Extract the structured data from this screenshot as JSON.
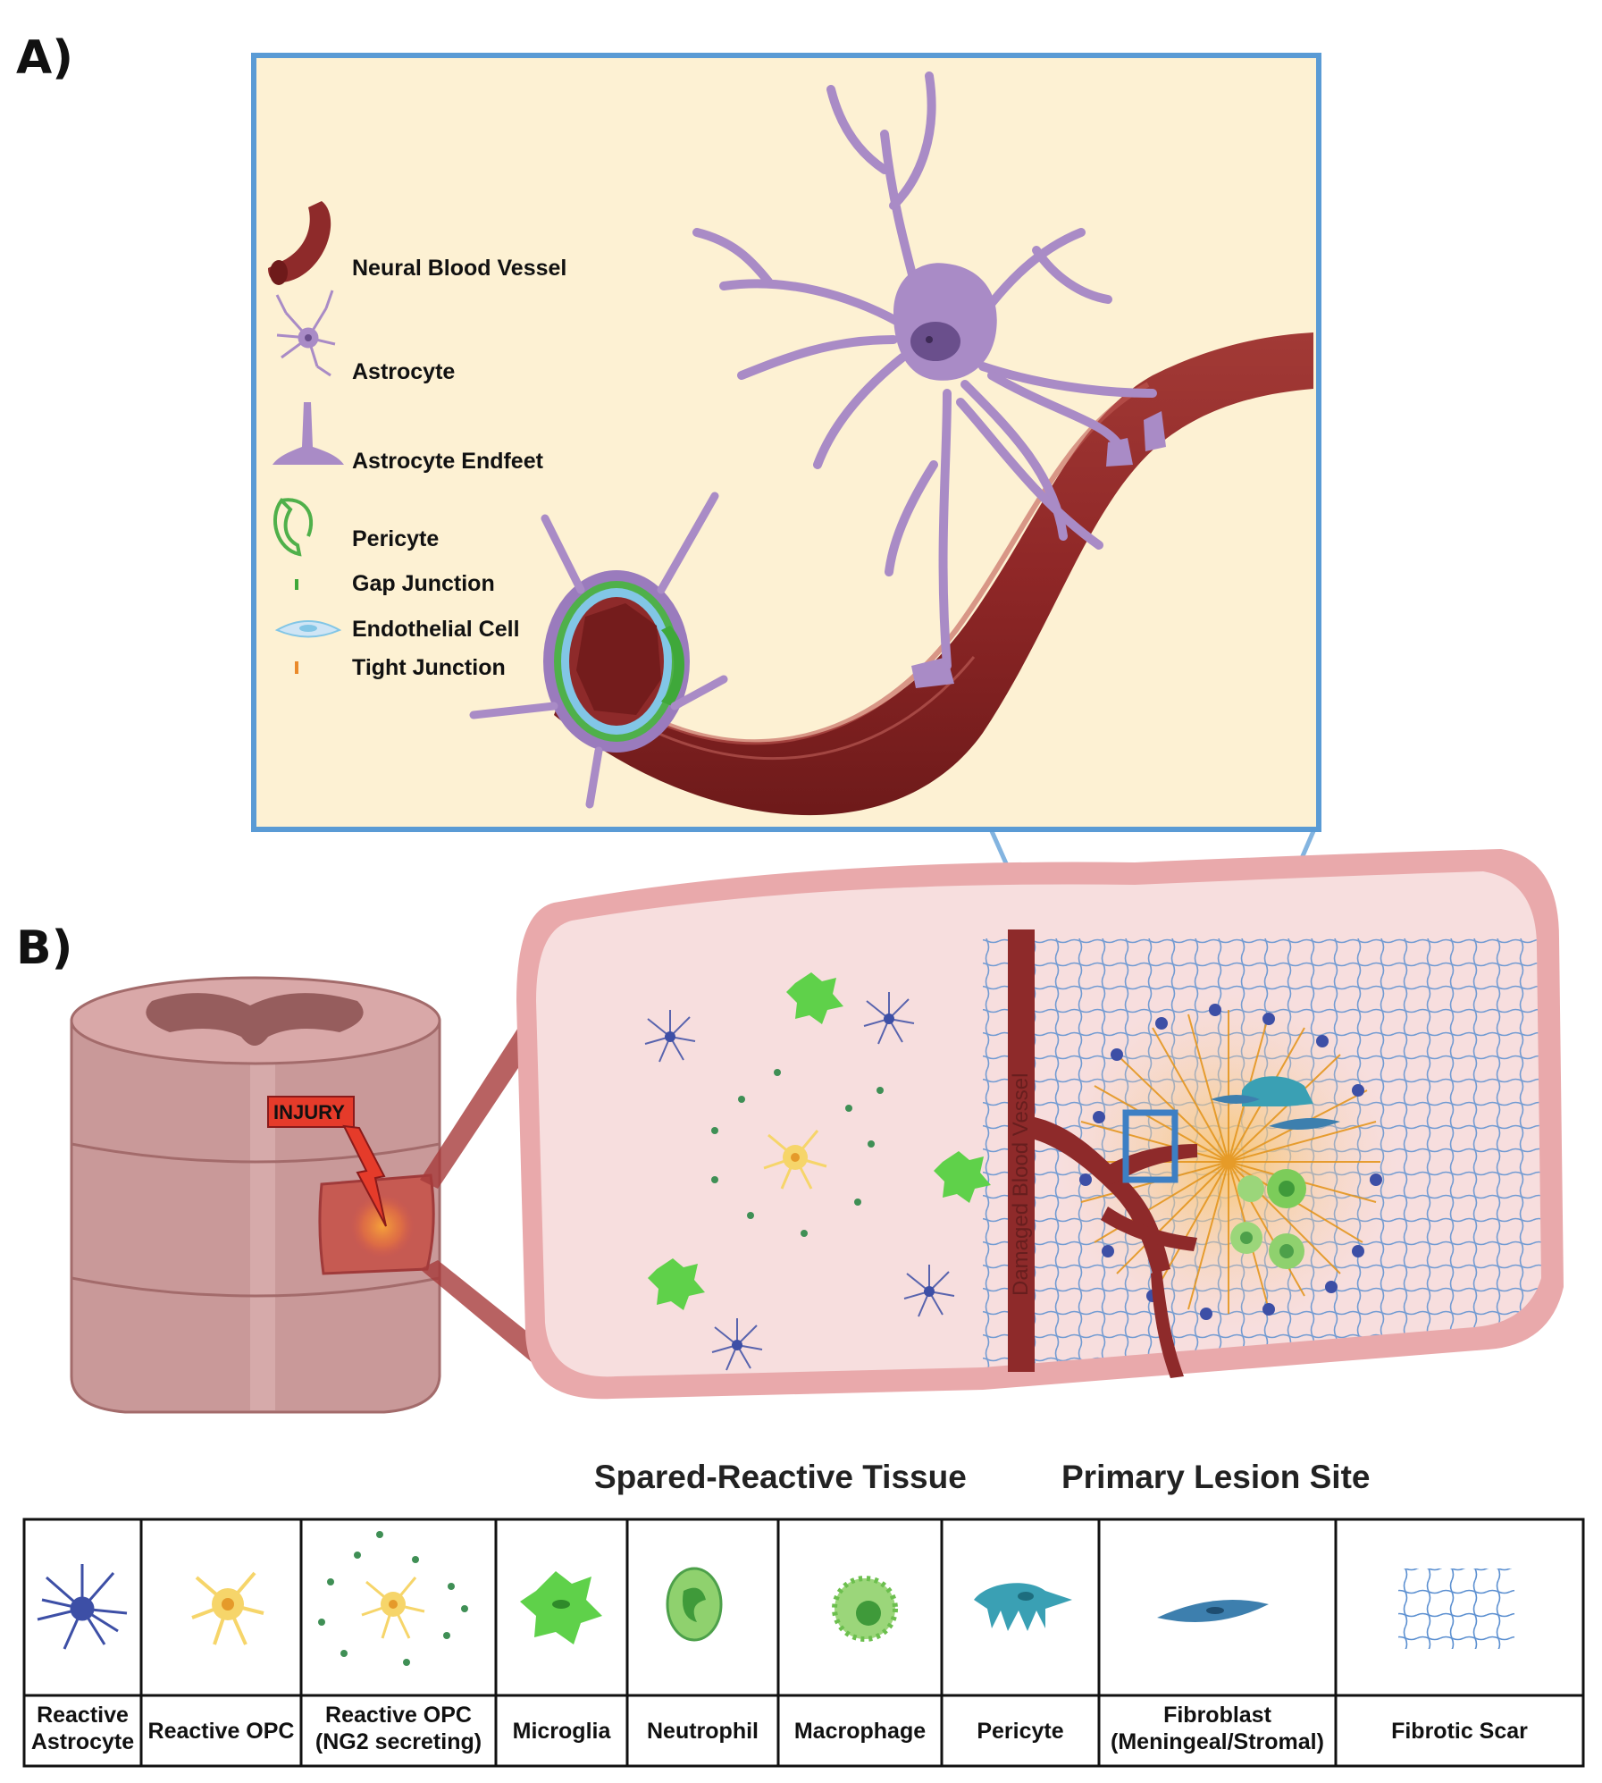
{
  "panels": {
    "a_label": "A)",
    "b_label": "B)"
  },
  "panel_a_legend": [
    {
      "label": "Neural Blood Vessel"
    },
    {
      "label": "Astrocyte"
    },
    {
      "label": "Astrocyte Endfeet"
    },
    {
      "label": "Pericyte"
    },
    {
      "label": "Gap Junction"
    },
    {
      "label": "Endothelial Cell"
    },
    {
      "label": "Tight Junction"
    }
  ],
  "panel_b": {
    "injury_label": "INJURY",
    "vessel_label": "Damaged Blood Vessel",
    "spared_title": "Spared-Reactive Tissue",
    "lesion_title": "Primary Lesion Site"
  },
  "cell_key": {
    "labels": [
      [
        "Reactive",
        "Astrocyte"
      ],
      [
        "Reactive OPC"
      ],
      [
        "Reactive OPC",
        "(NG2 secreting)"
      ],
      [
        "Microglia"
      ],
      [
        "Neutrophil"
      ],
      [
        "Macrophage"
      ],
      [
        "Pericyte"
      ],
      [
        "Fibroblast",
        "(Meningeal/Stromal)"
      ],
      [
        "Fibrotic Scar"
      ]
    ]
  },
  "colors": {
    "vessel": "#8e2a2a",
    "astrocyte_purple": "#a98bc6",
    "reactive_astrocyte": "#3d4fa6",
    "opc_yellow": "#f6d56a",
    "microglia_green": "#5fd14a",
    "pericyte_teal": "#3aa0b4",
    "fibroblast_blue": "#3d7fae",
    "scar_blue": "#5b8fd0",
    "panel_a_bg": "#fdf1d3",
    "panel_a_border": "#5a9bd5"
  }
}
